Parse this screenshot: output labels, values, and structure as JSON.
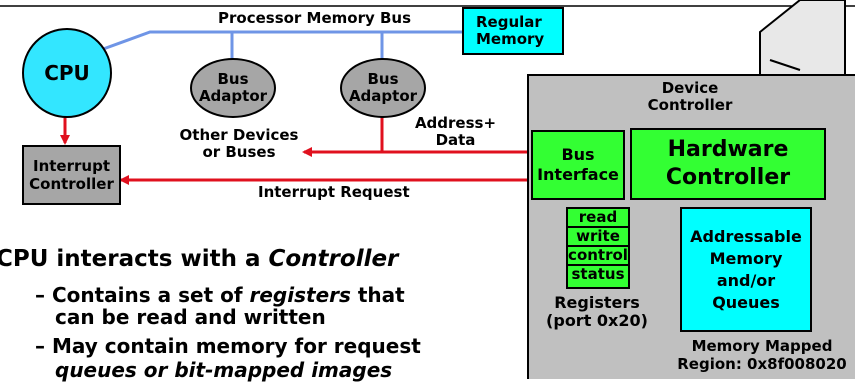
{
  "bus": {
    "label": "Processor Memory Bus"
  },
  "regular_memory": {
    "line1": "Regular",
    "line2": "Memory"
  },
  "cpu": {
    "label": "CPU"
  },
  "bus_adaptor_1": {
    "line1": "Bus",
    "line2": "Adaptor"
  },
  "bus_adaptor_2": {
    "line1": "Bus",
    "line2": "Adaptor"
  },
  "other_devices": {
    "line1": "Other Devices",
    "line2": "or Buses"
  },
  "address_data": {
    "line1": "Address+",
    "line2": "Data"
  },
  "interrupt_controller": {
    "line1": "Interrupt",
    "line2": "Controller"
  },
  "interrupt_request": {
    "label": "Interrupt Request"
  },
  "device_controller": {
    "line1": "Device",
    "line2": "Controller"
  },
  "bus_interface": {
    "line1": "Bus",
    "line2": "Interface"
  },
  "hardware_controller": {
    "line1": "Hardware",
    "line2": "Controller"
  },
  "registers": {
    "cells": [
      "read",
      "write",
      "control",
      "status"
    ],
    "caption1": "Registers",
    "caption2": "(port 0x20)"
  },
  "addressable_memory": {
    "line1": "Addressable",
    "line2": "Memory",
    "line3": "and/or",
    "line4": "Queues"
  },
  "memory_mapped": {
    "line1": "Memory Mapped",
    "line2": "Region: 0x8f008020"
  },
  "text": {
    "heading_lead": "CPU interacts with a ",
    "heading_em": "Controller",
    "b1_line1_pre": "– Contains a set of ",
    "b1_line1_em": "registers",
    "b1_line1_post": " that",
    "b1_line2": "can be read and written",
    "b2_line1": "– May contain memory for request",
    "b2_line2": "queues or bit-mapped images"
  },
  "colors": {
    "bus_line": "#6f95e6",
    "arrow_red": "#e0101e",
    "cpu_fill": "#33e6ff",
    "memory_fill": "#00ffff",
    "controller_fill": "#33ff33",
    "device_fill": "#c0c0c0",
    "gray_fill": "#a6a6a6"
  }
}
